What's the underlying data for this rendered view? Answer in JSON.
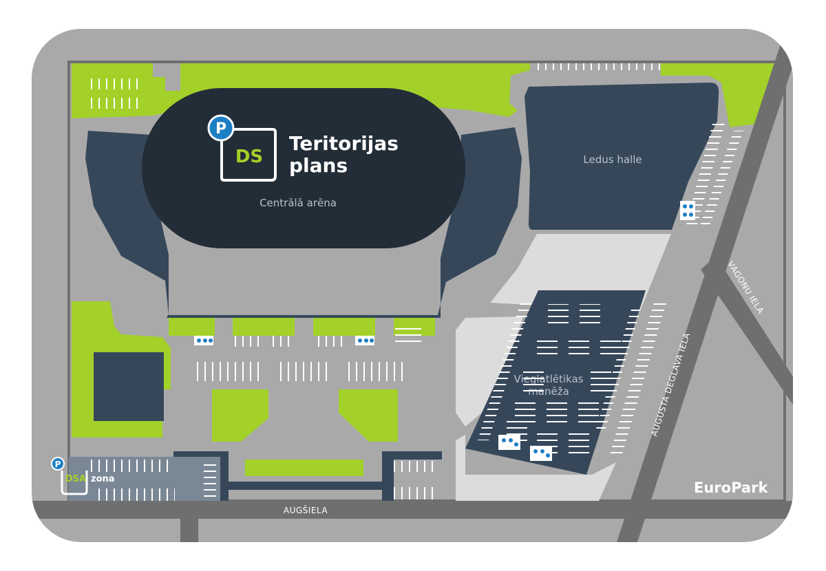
{
  "title": {
    "line1": "Teritorijas",
    "line2": "plans",
    "badge": "DS",
    "parking_letter": "P"
  },
  "areas": {
    "central_arena": "Centrālā arēna",
    "ice_hall": "Ledus halle",
    "athletics_hall_line1": "Vieglatlētikas",
    "athletics_hall_line2": "manēža"
  },
  "zone": {
    "badge": "DSA",
    "label": "zona",
    "parking_letter": "P"
  },
  "streets": {
    "augsiela": "AUGŠIELA",
    "deglava": "AUGUSTA DEGLAVA IELA",
    "vagonu": "VAGONU IELA"
  },
  "brand": {
    "part1": "Euro",
    "part2_letter": "P",
    "part2_rest": "ark"
  },
  "colors": {
    "road": "#6f6f6f",
    "ground": "#a9a9a9",
    "green": "#a3d12a",
    "building": "#36475a",
    "arena_top": "#232d37",
    "light": "#dcdcdc",
    "parking_blue": "#1b7fc4",
    "zone": "#7a8896"
  }
}
